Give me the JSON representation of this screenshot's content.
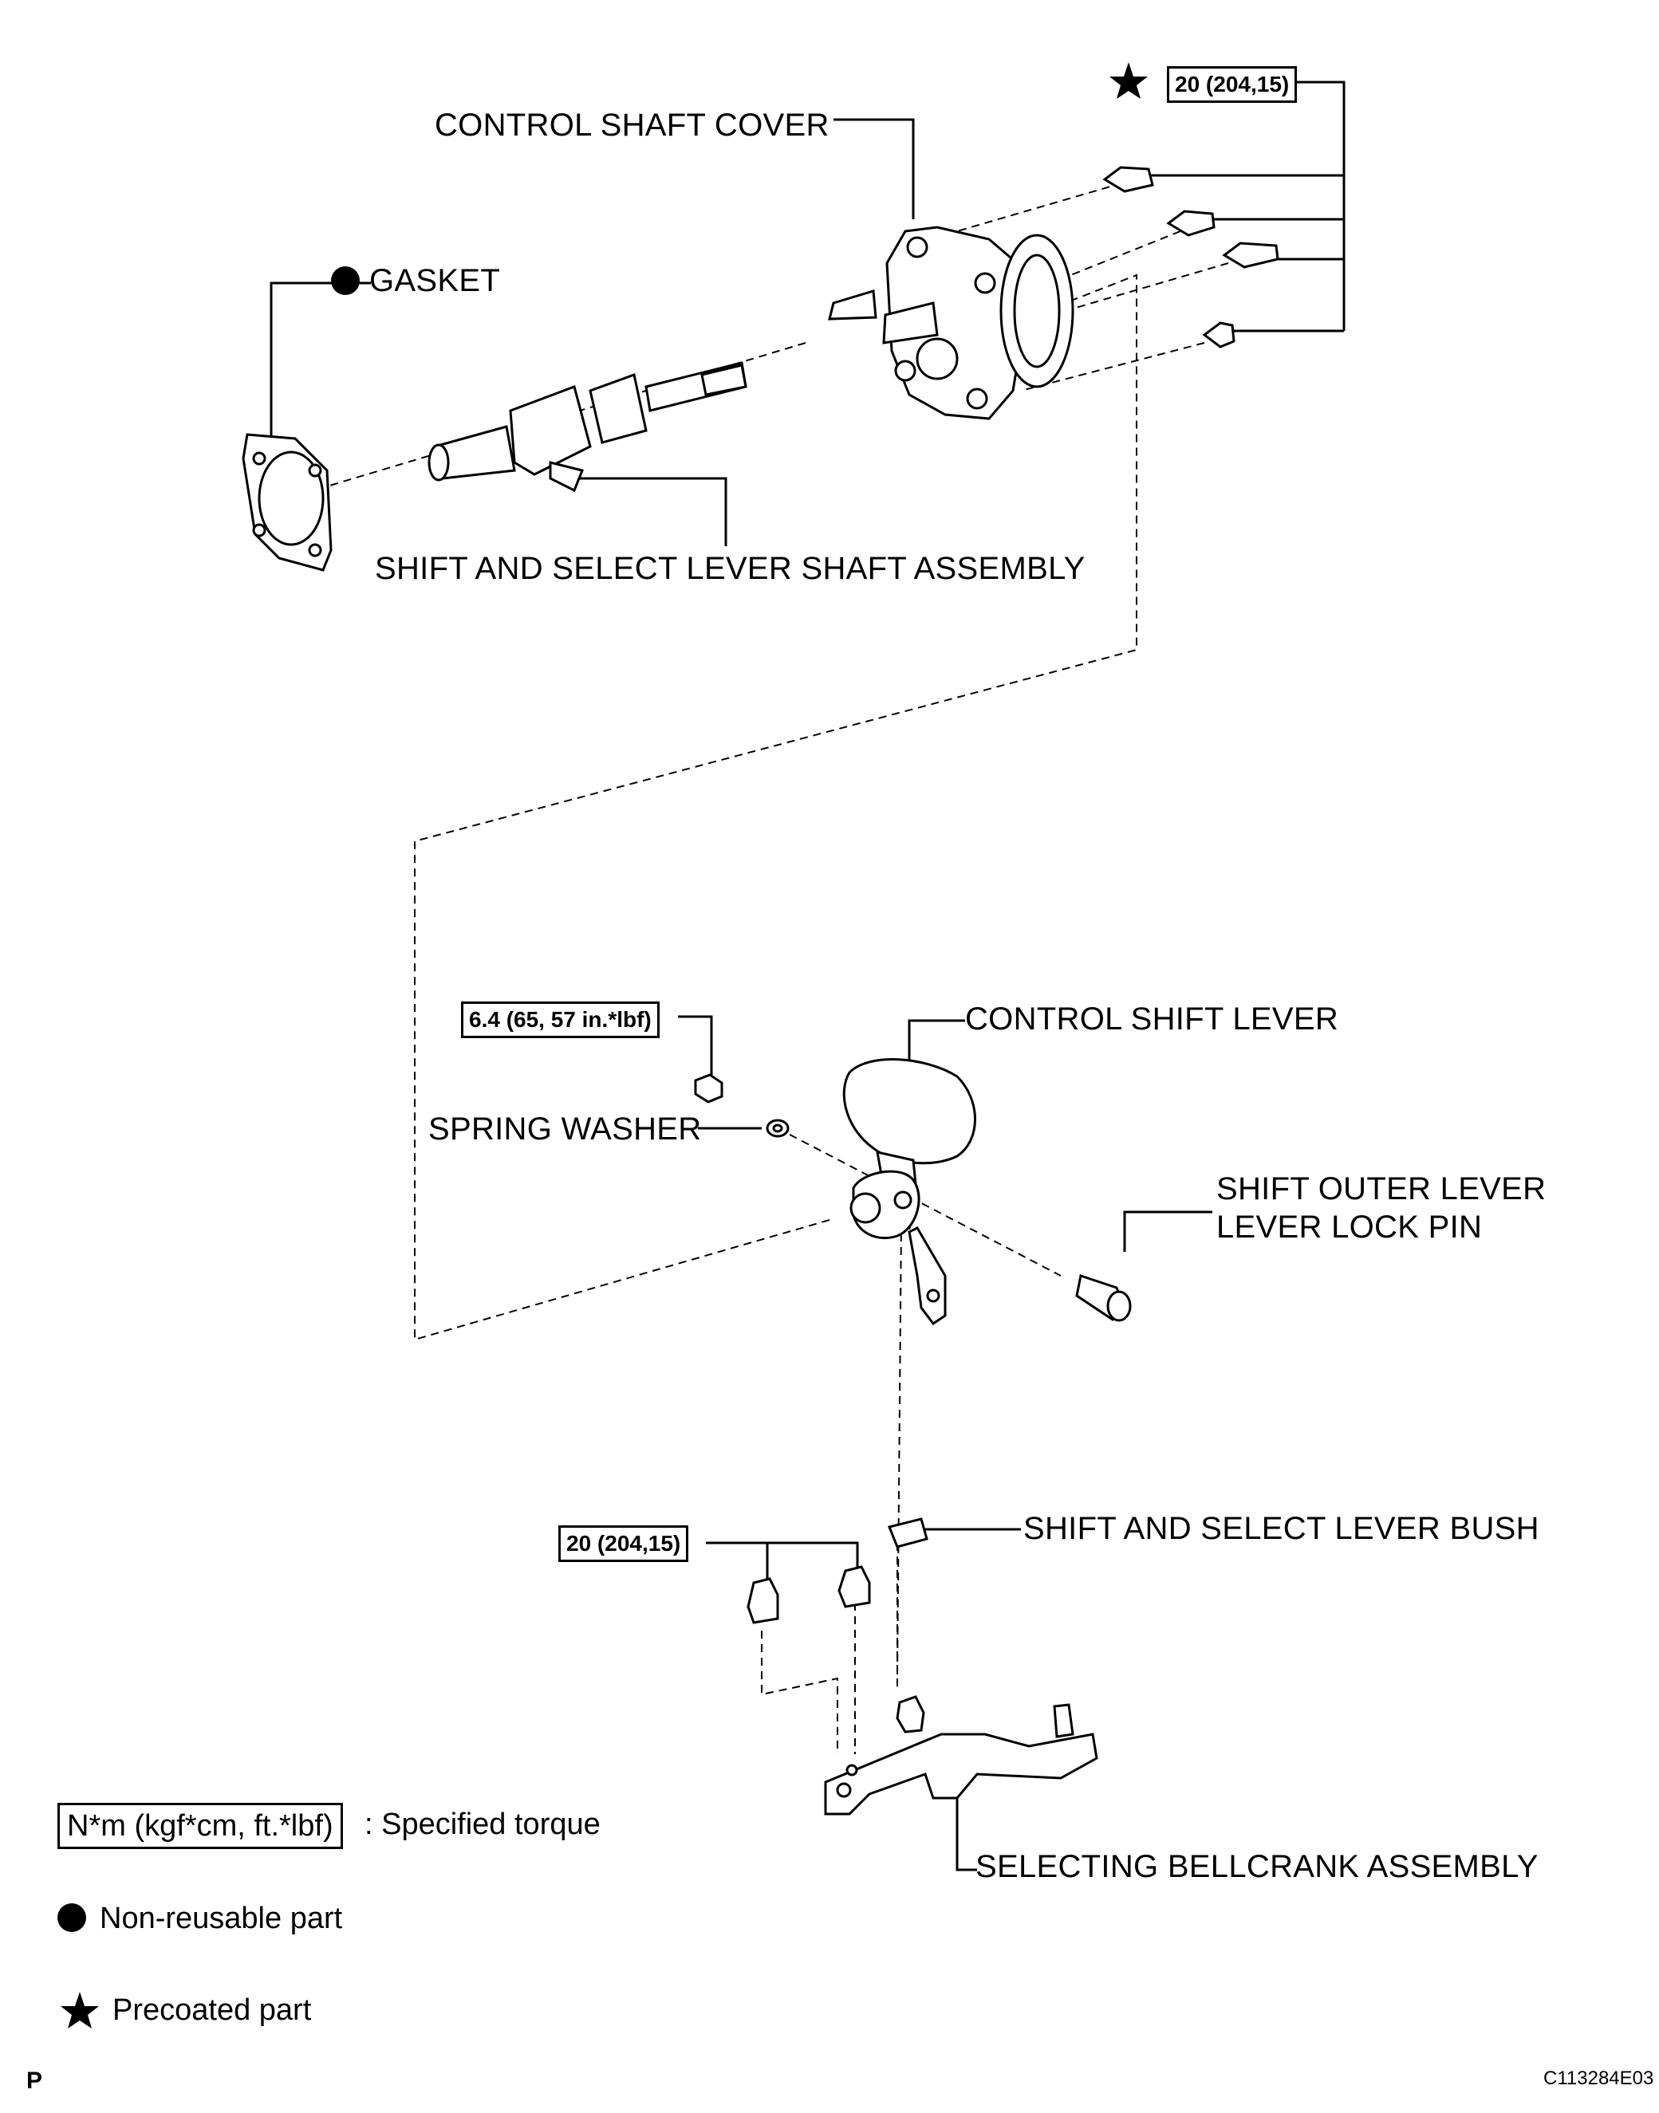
{
  "labels": {
    "control_shaft_cover": "CONTROL SHAFT COVER",
    "gasket": "GASKET",
    "shift_select_lever_shaft_assembly": "SHIFT AND SELECT LEVER SHAFT ASSEMBLY",
    "control_shift_lever": "CONTROL SHIFT LEVER",
    "spring_washer": "SPRING WASHER",
    "shift_outer_lever_line1": "SHIFT OUTER LEVER",
    "shift_outer_lever_line2": "LEVER LOCK PIN",
    "shift_select_lever_bush": "SHIFT AND SELECT LEVER BUSH",
    "selecting_bellcrank_assembly": "SELECTING BELLCRANK ASSEMBLY"
  },
  "torques": {
    "cover_bolts": "20 (204,15)",
    "control_lever_nut": "6.4 (65, 57 in.*lbf)",
    "bellcrank_bolts": "20 (204,15)"
  },
  "legend": {
    "torque_box": "N*m (kgf*cm, ft.*lbf)",
    "torque_text": ": Specified torque",
    "non_reusable": "Non-reusable part",
    "precoated": "Precoated part"
  },
  "footer": {
    "page_letter": "P",
    "figure_code": "C113284E03"
  },
  "icons": {
    "non_reusable": "filled-circle-icon",
    "precoated": "star-icon"
  }
}
